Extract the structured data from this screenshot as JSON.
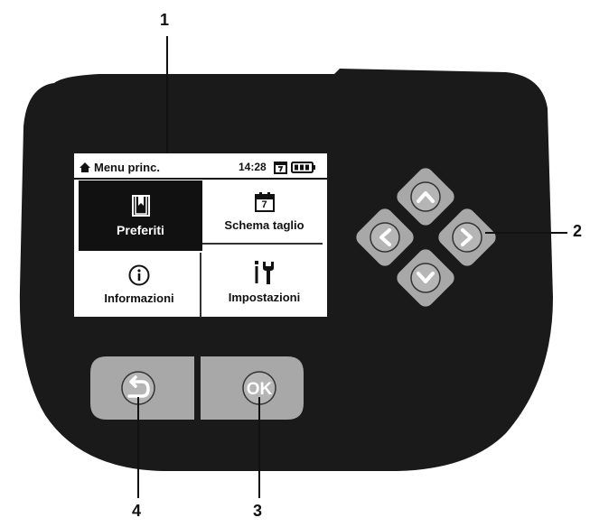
{
  "screen": {
    "title": "Menu princ.",
    "time": "14:28",
    "tiles": [
      {
        "label": "Preferiti",
        "icon": "bookmark-icon",
        "selected": true
      },
      {
        "label": "Schema taglio",
        "icon": "calendar-icon",
        "calendar_day": "7"
      },
      {
        "label": "Informazioni",
        "icon": "info-icon"
      },
      {
        "label": "Impostazioni",
        "icon": "tools-icon"
      }
    ]
  },
  "buttons": {
    "ok_label": "OK",
    "back_icon": "back-arrow-icon",
    "dpad": [
      "up-arrow-icon",
      "left-arrow-icon",
      "right-arrow-icon",
      "down-arrow-icon"
    ]
  },
  "callouts": [
    "1",
    "2",
    "3",
    "4"
  ],
  "colors": {
    "device": "#1a1a1a",
    "button_gray": "#a8a8a8",
    "button_light": "#c8c8c8",
    "screen_bg": "#ffffff",
    "selected_tile": "#111111"
  }
}
